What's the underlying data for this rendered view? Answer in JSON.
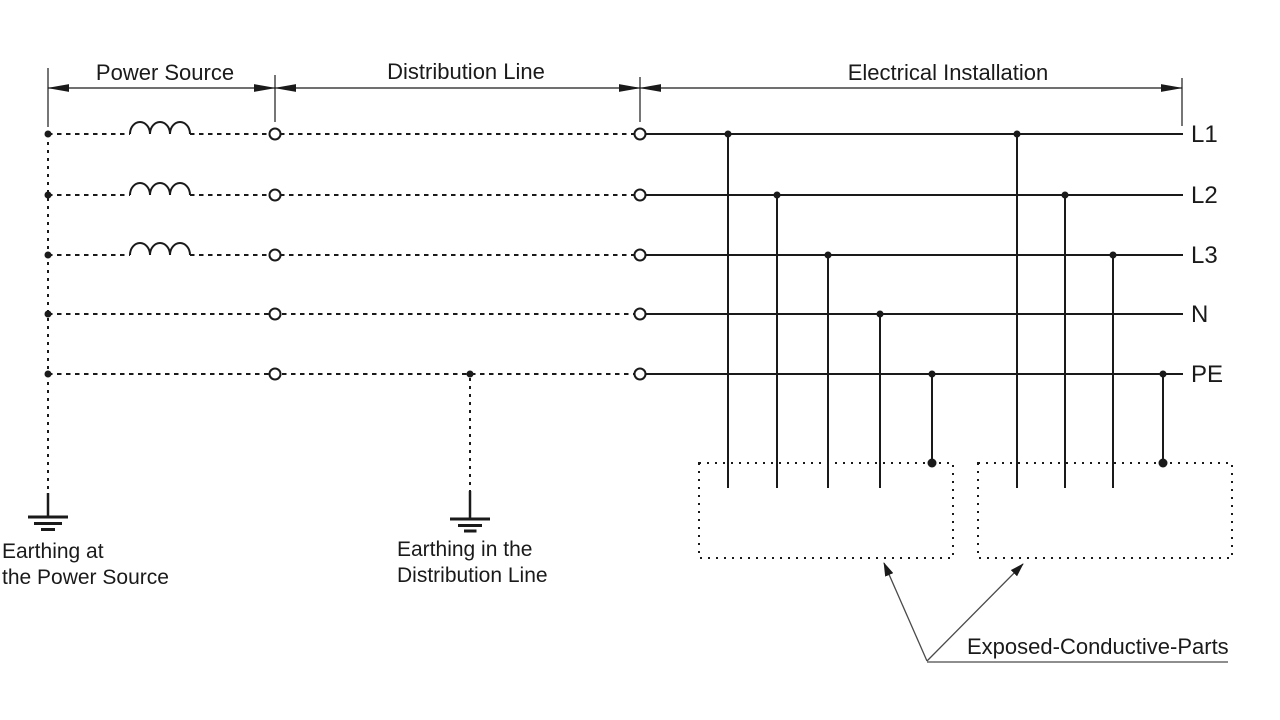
{
  "diagram": {
    "type": "electrical-earthing-system-schematic",
    "sections": {
      "power_source": "Power Source",
      "distribution_line": "Distribution Line",
      "electrical_installation": "Electrical Installation"
    },
    "bus_labels": [
      "L1",
      "L2",
      "L3",
      "N",
      "PE"
    ],
    "earthing_power_source": {
      "line1": "Earthing at",
      "line2": "the Power Source"
    },
    "earthing_distribution": {
      "line1": "Earthing in the",
      "line2": "Distribution Line"
    },
    "exposed_label": "Exposed-Conductive-Parts",
    "icons": {
      "source_winding": "inductor-coil",
      "earth_ground": "earth-ground-symbol",
      "terminal": "open-circle-terminal",
      "junction": "filled-junction-dot"
    },
    "colors": {
      "line": "#1a1a1a",
      "callout": "#4a4a4a",
      "background": "#ffffff"
    }
  }
}
